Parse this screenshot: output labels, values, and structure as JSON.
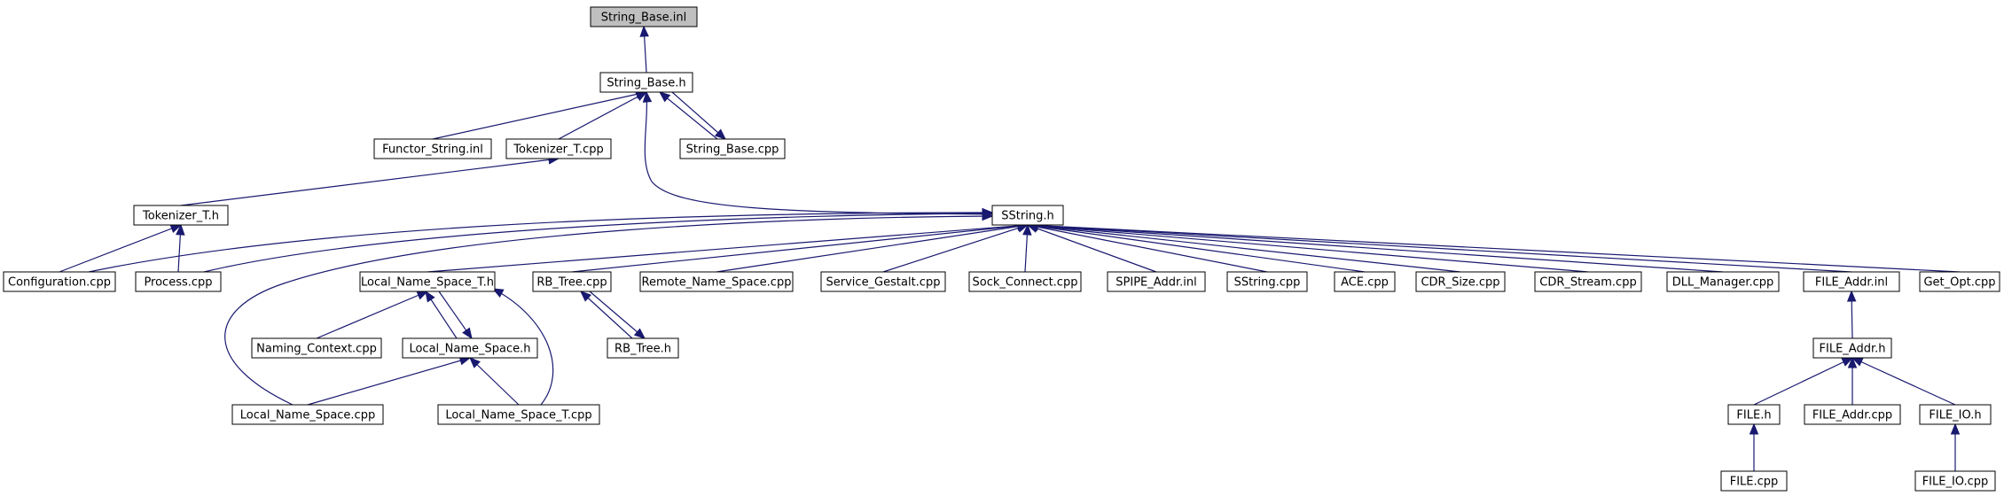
{
  "graph": {
    "nodes": [
      {
        "id": "string_base_inl",
        "label": "String_Base.inl",
        "root": true
      },
      {
        "id": "string_base_h",
        "label": "String_Base.h"
      },
      {
        "id": "functor_string_inl",
        "label": "Functor_String.inl"
      },
      {
        "id": "tokenizer_t_cpp",
        "label": "Tokenizer_T.cpp"
      },
      {
        "id": "string_base_cpp",
        "label": "String_Base.cpp"
      },
      {
        "id": "tokenizer_t_h",
        "label": "Tokenizer_T.h"
      },
      {
        "id": "sstring_h",
        "label": "SString.h"
      },
      {
        "id": "configuration_cpp",
        "label": "Configuration.cpp"
      },
      {
        "id": "process_cpp",
        "label": "Process.cpp"
      },
      {
        "id": "local_name_space_t_h",
        "label": "Local_Name_Space_T.h"
      },
      {
        "id": "rb_tree_cpp",
        "label": "RB_Tree.cpp"
      },
      {
        "id": "remote_name_space_cpp",
        "label": "Remote_Name_Space.cpp"
      },
      {
        "id": "service_gestalt_cpp",
        "label": "Service_Gestalt.cpp"
      },
      {
        "id": "sock_connect_cpp",
        "label": "Sock_Connect.cpp"
      },
      {
        "id": "spipe_addr_inl",
        "label": "SPIPE_Addr.inl"
      },
      {
        "id": "sstring_cpp",
        "label": "SString.cpp"
      },
      {
        "id": "ace_cpp",
        "label": "ACE.cpp"
      },
      {
        "id": "cdr_size_cpp",
        "label": "CDR_Size.cpp"
      },
      {
        "id": "cdr_stream_cpp",
        "label": "CDR_Stream.cpp"
      },
      {
        "id": "dll_manager_cpp",
        "label": "DLL_Manager.cpp"
      },
      {
        "id": "file_addr_inl",
        "label": "FILE_Addr.inl"
      },
      {
        "id": "get_opt_cpp",
        "label": "Get_Opt.cpp"
      },
      {
        "id": "naming_context_cpp",
        "label": "Naming_Context.cpp"
      },
      {
        "id": "local_name_space_h",
        "label": "Local_Name_Space.h"
      },
      {
        "id": "rb_tree_h",
        "label": "RB_Tree.h"
      },
      {
        "id": "file_addr_h",
        "label": "FILE_Addr.h"
      },
      {
        "id": "local_name_space_cpp",
        "label": "Local_Name_Space.cpp"
      },
      {
        "id": "local_name_space_t_cpp",
        "label": "Local_Name_Space_T.cpp"
      },
      {
        "id": "file_h",
        "label": "FILE.h"
      },
      {
        "id": "file_addr_cpp",
        "label": "FILE_Addr.cpp"
      },
      {
        "id": "file_io_h",
        "label": "FILE_IO.h"
      },
      {
        "id": "file_cpp",
        "label": "FILE.cpp"
      },
      {
        "id": "file_io_cpp",
        "label": "FILE_IO.cpp"
      }
    ],
    "edges": [
      {
        "from": "string_base_h",
        "to": "string_base_inl"
      },
      {
        "from": "functor_string_inl",
        "to": "string_base_h"
      },
      {
        "from": "tokenizer_t_cpp",
        "to": "string_base_h"
      },
      {
        "from": "string_base_cpp",
        "to": "string_base_h"
      },
      {
        "from": "string_base_h",
        "to": "string_base_cpp"
      },
      {
        "from": "sstring_h",
        "to": "string_base_h"
      },
      {
        "from": "tokenizer_t_h",
        "to": "tokenizer_t_cpp"
      },
      {
        "from": "configuration_cpp",
        "to": "tokenizer_t_h"
      },
      {
        "from": "process_cpp",
        "to": "tokenizer_t_h"
      },
      {
        "from": "configuration_cpp",
        "to": "sstring_h"
      },
      {
        "from": "process_cpp",
        "to": "sstring_h"
      },
      {
        "from": "local_name_space_t_h",
        "to": "sstring_h"
      },
      {
        "from": "rb_tree_cpp",
        "to": "sstring_h"
      },
      {
        "from": "remote_name_space_cpp",
        "to": "sstring_h"
      },
      {
        "from": "service_gestalt_cpp",
        "to": "sstring_h"
      },
      {
        "from": "sock_connect_cpp",
        "to": "sstring_h"
      },
      {
        "from": "spipe_addr_inl",
        "to": "sstring_h"
      },
      {
        "from": "sstring_cpp",
        "to": "sstring_h"
      },
      {
        "from": "ace_cpp",
        "to": "sstring_h"
      },
      {
        "from": "cdr_size_cpp",
        "to": "sstring_h"
      },
      {
        "from": "cdr_stream_cpp",
        "to": "sstring_h"
      },
      {
        "from": "dll_manager_cpp",
        "to": "sstring_h"
      },
      {
        "from": "file_addr_inl",
        "to": "sstring_h"
      },
      {
        "from": "get_opt_cpp",
        "to": "sstring_h"
      },
      {
        "from": "local_name_space_cpp",
        "to": "sstring_h"
      },
      {
        "from": "naming_context_cpp",
        "to": "local_name_space_t_h"
      },
      {
        "from": "local_name_space_h",
        "to": "local_name_space_t_h"
      },
      {
        "from": "local_name_space_t_h",
        "to": "local_name_space_h"
      },
      {
        "from": "local_name_space_t_cpp",
        "to": "local_name_space_t_h"
      },
      {
        "from": "local_name_space_cpp",
        "to": "local_name_space_h"
      },
      {
        "from": "local_name_space_t_cpp",
        "to": "local_name_space_h"
      },
      {
        "from": "rb_tree_h",
        "to": "rb_tree_cpp"
      },
      {
        "from": "rb_tree_cpp",
        "to": "rb_tree_h"
      },
      {
        "from": "file_addr_h",
        "to": "file_addr_inl"
      },
      {
        "from": "file_h",
        "to": "file_addr_h"
      },
      {
        "from": "file_addr_cpp",
        "to": "file_addr_h"
      },
      {
        "from": "file_io_h",
        "to": "file_addr_h"
      },
      {
        "from": "file_cpp",
        "to": "file_h"
      },
      {
        "from": "file_io_cpp",
        "to": "file_io_h"
      }
    ]
  }
}
